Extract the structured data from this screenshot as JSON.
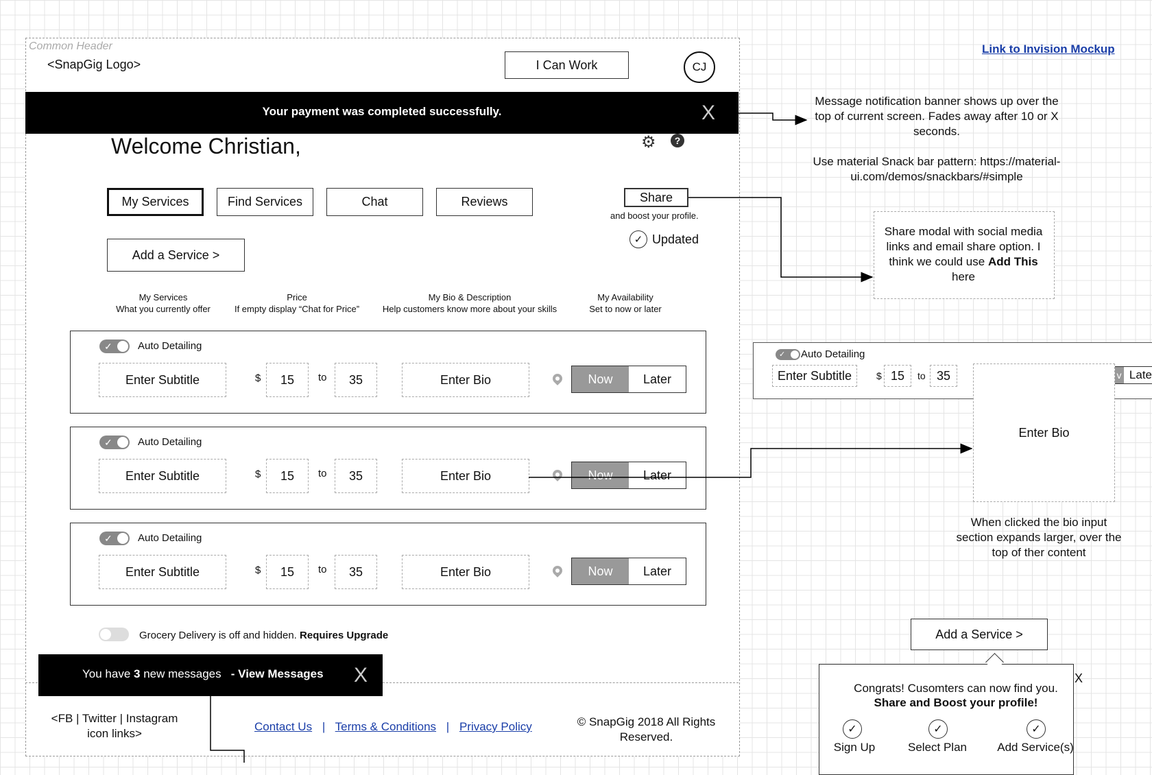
{
  "header": {
    "caption": "Common Header",
    "logo": "<SnapGig Logo>",
    "i_can_work": "I Can Work",
    "avatar": "CJ"
  },
  "invision_link": "Link to Invision Mockup",
  "snackbar": {
    "message": "Your payment was completed successfully.",
    "close": "X"
  },
  "welcome": "Welcome Christian,",
  "tabs": [
    "My Services",
    "Find Services",
    "Chat",
    "Reviews"
  ],
  "share": {
    "button": "Share",
    "caption": "and boost your profile.",
    "updated": "Updated"
  },
  "add_service": "Add a Service >",
  "columns": [
    {
      "title": "My Services",
      "sub": "What you currently offer"
    },
    {
      "title": "Price",
      "sub": "If empty display “Chat for Price”"
    },
    {
      "title": "My Bio & Description",
      "sub": "Help customers know more about your skills"
    },
    {
      "title": "My Availability",
      "sub": "Set to now or later"
    }
  ],
  "services": [
    {
      "name": "Auto Detailing",
      "subtitle": "Enter Subtitle",
      "currency": "$",
      "min": "15",
      "to": "to",
      "max": "35",
      "bio": "Enter Bio",
      "now": "Now",
      "later": "Later"
    },
    {
      "name": "Auto Detailing",
      "subtitle": "Enter Subtitle",
      "currency": "$",
      "min": "15",
      "to": "to",
      "max": "35",
      "bio": "Enter Bio",
      "now": "Now",
      "later": "Later"
    },
    {
      "name": "Auto Detailing",
      "subtitle": "Enter Subtitle",
      "currency": "$",
      "min": "15",
      "to": "to",
      "max": "35",
      "bio": "Enter Bio",
      "now": "Now",
      "later": "Later"
    }
  ],
  "grocery": {
    "text": "Grocery Delivery is off and hidden.",
    "bold": "Requires Upgrade"
  },
  "messages": {
    "prefix": "You have",
    "count": "3",
    "suffix": "new messages",
    "link": "- View Messages",
    "close": "X"
  },
  "footer": {
    "social": "<FB | Twitter | Instagram icon links>",
    "contact": "Contact Us",
    "sep": "|",
    "terms": "Terms & Conditions",
    "privacy": "Privacy Policy",
    "copyright": "© SnapGig 2018 All Rights Reserved."
  },
  "notes": {
    "snackbar": "Message notification banner shows up over the top of current screen. Fades away after 10 or X seconds.",
    "snackbar2": "Use material Snack bar pattern: https://material-ui.com/demos/snackbars/#simple",
    "share_pre": "Share modal with social media links and email share option. I think we could use",
    "share_bold": "Add This",
    "share_post": "here",
    "bio": "When clicked the bio input section expands larger, over the top of ther content"
  },
  "bio_example": {
    "name": "Auto Detailing",
    "subtitle": "Enter Subtitle",
    "currency": "$",
    "min": "15",
    "to": "to",
    "max": "35",
    "bio": "Enter Bio",
    "later_partial": "Late",
    "now_partial": "v"
  },
  "congrats": {
    "add_service": "Add a Service >",
    "close": "X",
    "line1": "Congrats! Cusomters can now find you.",
    "line2": "Share and Boost your profile!",
    "steps": [
      "Sign Up",
      "Select Plan",
      "Add Service(s)"
    ]
  }
}
